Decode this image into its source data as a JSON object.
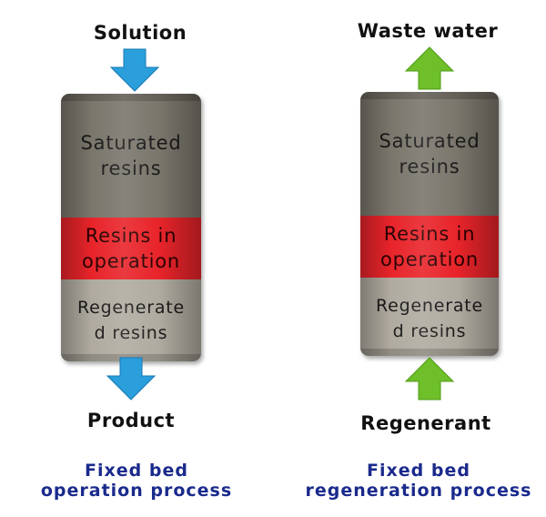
{
  "colors": {
    "saturated": "#7a766c",
    "operation": "#e8242a",
    "regenerated": "#b0aba0",
    "arrow_blue": "#2a9fdc",
    "arrow_blue_dark": "#1779b3",
    "arrow_green": "#6fbf2a",
    "arrow_green_dark": "#4e9a17",
    "caption": "#1a2a8c"
  },
  "operation": {
    "input_label": "Solution",
    "output_label": "Product",
    "zones": {
      "saturated": "Saturated\nresins",
      "operation": "Resins in\noperation",
      "regenerated": "Regenerate\nd resins"
    },
    "caption": "Fixed bed\noperation process"
  },
  "regeneration": {
    "input_label": "Regenerant",
    "output_label": "Waste water",
    "zones": {
      "saturated": "Saturated\nresins",
      "operation": "Resins in\noperation",
      "regenerated": "Regenerate\nd resins"
    },
    "caption": "Fixed bed\nregeneration process"
  }
}
